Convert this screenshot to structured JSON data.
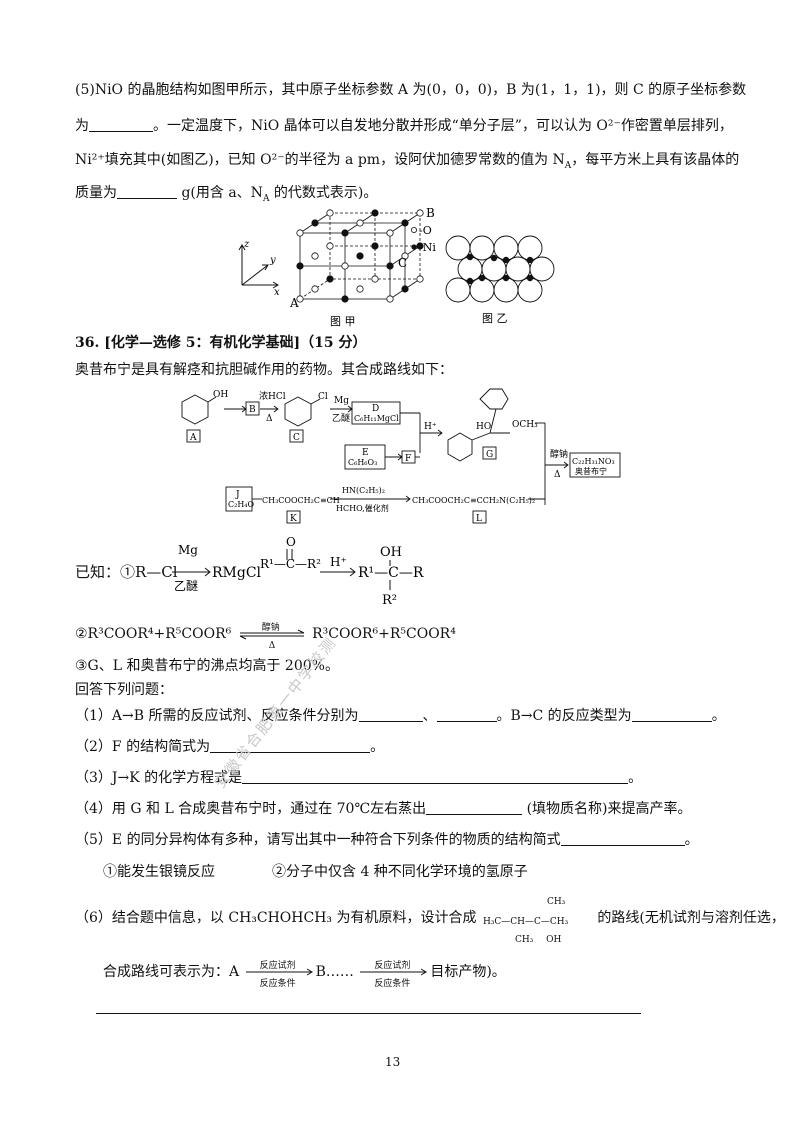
{
  "q35_5": {
    "line1": "(5)NiO 的晶胞结构如图甲所示，其中原子坐标参数 A 为(0，0，0)，B 为(1，1，1)，则 C 的原子坐标参数",
    "line2a": "为",
    "line2b": "。一定温度下，NiO 晶体可以自发地分散并形成“单分子层”，可以认为 O²⁻作密置单层排列，",
    "line3": "Ni²⁺填充其中(如图乙)，已知 O²⁻的半径为 a pm，设阿伏加德罗常数的值为 N",
    "line3_sub": "A",
    "line3_end": "，每平方米上具有该晶体的",
    "line4a": "质量为",
    "line4b": "g(用含 a、N",
    "line4_sub": "A",
    "line4c": " 的代数式表示)。",
    "fig_cube": {
      "label_B": "B",
      "label_A": "A",
      "label_C": "C",
      "legend_O": "-O",
      "legend_Ni": "-Ni",
      "axis_z": "z",
      "axis_y": "y",
      "axis_x": "x",
      "caption": "图 甲"
    },
    "fig_layer_caption": "图 乙"
  },
  "q36": {
    "title": "36. [化学—选修 5：有机化学基础]（15 分）",
    "intro": "奥昔布宁是具有解痉和抗胆碱作用的药物。其合成路线如下：",
    "scheme": {
      "A": "A",
      "B": "B",
      "C": "C",
      "D": "D",
      "D_formula": "C₆H₁₁MgCl",
      "E": "E",
      "E_formula": "C₆H₆O₃",
      "F": "F",
      "G": "G",
      "J": "J",
      "J_formula": "C₂H₄O",
      "K": "K",
      "L": "L",
      "oh": "OH",
      "cl": "Cl",
      "hcl": "浓HCl",
      "delta": "Δ",
      "mg": "Mg",
      "ether": "乙醚",
      "hplus": "H⁺",
      "ho": "HO",
      "och3": "OCH₃",
      "ester_left": "CH₃COOCH₂C≡CH",
      "amine": "HN(C₂H₅)₂",
      "cond2": "HCHO,催化剂",
      "ester_right": "CH₃COOCH₂C≡CCH₂N(C₂H₅)₂",
      "sodium": "醇钠",
      "product_formula": "C₂₂H₃₁NO₃",
      "product_name": "奥昔布宁"
    },
    "known_label": "已知：①R—Cl",
    "known1": {
      "mg": "Mg",
      "ether": "乙醚",
      "rmgcl": "RMgCl",
      "ketone": "R¹—C—R²",
      "o": "O",
      "hplus": "H⁺",
      "product": "R¹—C—R",
      "oh": "OH",
      "r2": "R²"
    },
    "known2": {
      "left": "②R³COOR⁴+R⁵COOR⁶",
      "top": "醇钠",
      "bottom": "Δ",
      "right": "R³COOR⁶+R⁵COOR⁴"
    },
    "known3": "③G、L 和奥昔布宁的沸点均高于 200%。",
    "answer_intro": "回答下列问题：",
    "q1a": "（1）A→B 所需的反应试剂、反应条件分别为",
    "q1b": "、",
    "q1c": "。B→C 的反应类型为",
    "q1d": "。",
    "q2a": "（2）F 的结构简式为",
    "q2b": "。",
    "q3a": "（3）J→K 的化学方程式是",
    "q3b": "。",
    "q4a": "（4）用 G 和 L 合成奥昔布宁时，通过在 70℃左右蒸出",
    "q4b": "(填物质名称)来提高产率。",
    "q5a": "（5）E 的同分异构体有多种，请写出其中一种符合下列条件的物质的结构简式",
    "q5b": "。",
    "cond_1": "①能发生银镜反应",
    "cond_2": "②分子中仅含 4 种不同化学环境的氢原子",
    "q6a": "（6）结合题中信息，以 CH₃CHOHCH₃ 为有机原料，设计合成",
    "q6_struct": {
      "top": "CH₃",
      "main": "H₃C—CH—C—CH₃",
      "bottom": "CH₃ OH"
    },
    "q6b": "的路线(无机试剂与溶剂任选，",
    "route_a": "合成路线可表示为：A",
    "route_top": "反应试剂",
    "route_bottom": "反应条件",
    "route_mid": "B……",
    "route_end": "目标产物)。"
  },
  "page_number": "13",
  "watermark": "安徽省合肥第一中学校测"
}
